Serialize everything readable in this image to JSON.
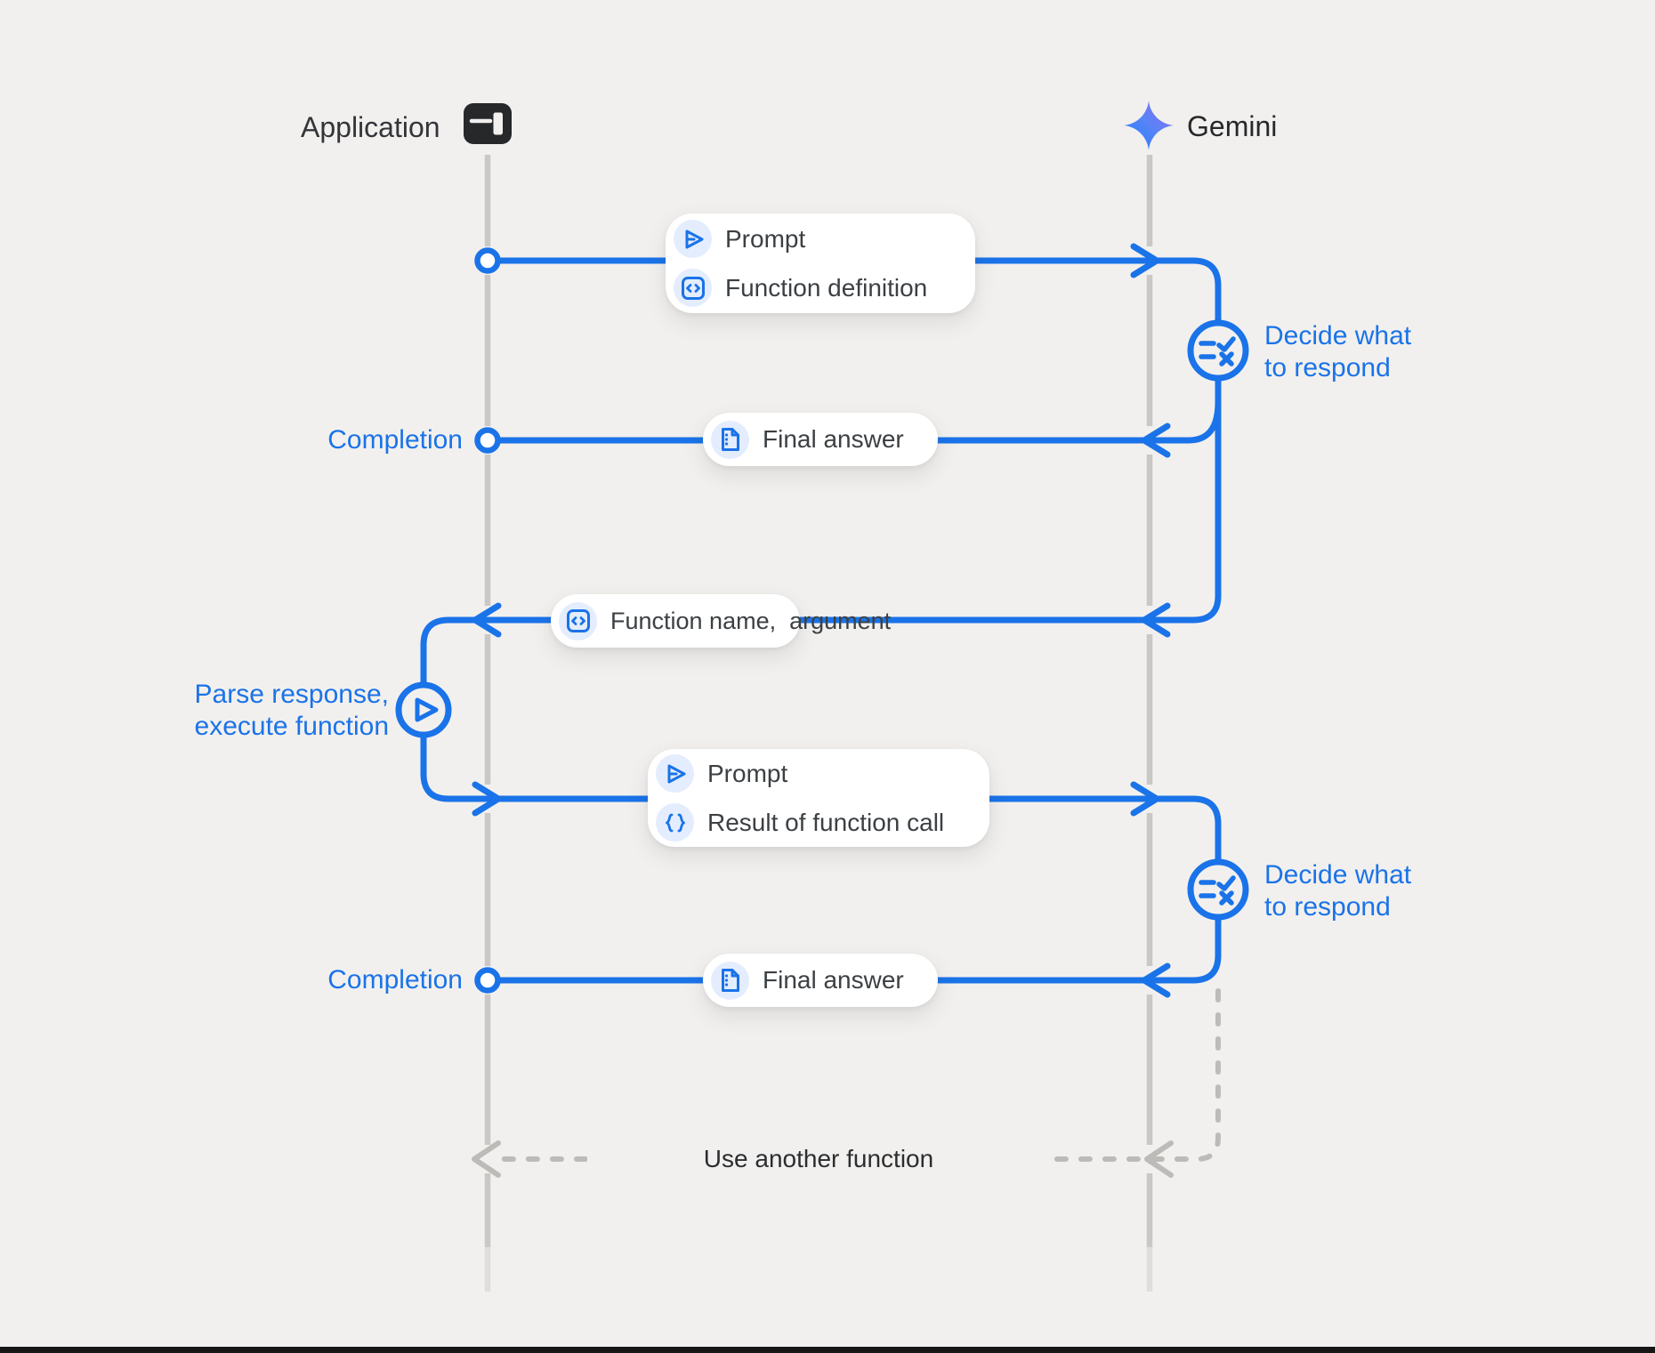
{
  "actors": {
    "application": {
      "label": "Application",
      "icon": "app-window-icon"
    },
    "gemini": {
      "label": "Gemini",
      "icon": "gemini-star-icon"
    }
  },
  "pills": {
    "prompt_function_definition": {
      "rows": [
        {
          "icon": "send-icon",
          "label": "Prompt"
        },
        {
          "icon": "code-brackets-icon",
          "label": "Function definition"
        }
      ]
    },
    "final_answer_1": {
      "icon": "document-icon",
      "label": "Final answer"
    },
    "function_name_argument": {
      "icon": "code-brackets-icon",
      "label": "Function name,  argument"
    },
    "prompt_result": {
      "rows": [
        {
          "icon": "send-icon",
          "label": "Prompt"
        },
        {
          "icon": "curly-braces-icon",
          "label": "Result of function call"
        }
      ]
    },
    "final_answer_2": {
      "icon": "document-icon",
      "label": "Final answer"
    }
  },
  "labels": {
    "completion_1": "Completion",
    "completion_2": "Completion",
    "decide_1": {
      "line1": "Decide what",
      "line2": "to respond"
    },
    "decide_2": {
      "line1": "Decide what",
      "line2": "to respond"
    },
    "parse": {
      "line1": "Parse response,",
      "line2": "execute function"
    },
    "use_another_function": "Use another function"
  },
  "colors": {
    "accent_blue": "#1a73e8",
    "background": "#f2f0ee",
    "lifeline_gray": "#c9c8c5",
    "icon_chip_blue": "#e4edfd",
    "text_dark": "#3c4043",
    "star_gradient_start": "#3186ff",
    "star_gradient_end": "#9168f0",
    "bottom_bar": "#161616"
  }
}
